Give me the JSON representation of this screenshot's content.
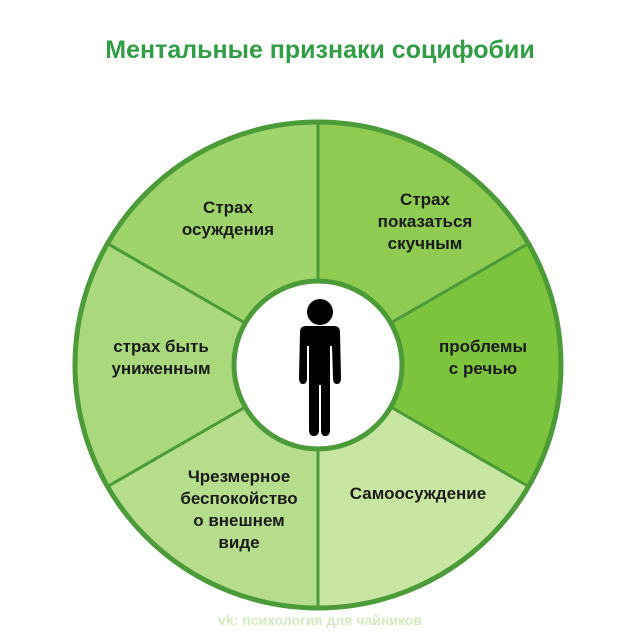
{
  "title": "Ментальные признаки социфобии",
  "segments": [
    {
      "label_lines": [
        "Страх",
        "показаться",
        "скучным"
      ],
      "color": "#8ecb50"
    },
    {
      "label_lines": [
        "проблемы",
        "с речью"
      ],
      "color": "#7cc43b"
    },
    {
      "label_lines": [
        "Самоосуждение"
      ],
      "color": "#c8e6a2"
    },
    {
      "label_lines": [
        "Чрезмерное",
        "беспокойство",
        "о внешнем",
        "виде"
      ],
      "color": "#b5dd8c"
    },
    {
      "label_lines": [
        "страх быть",
        "униженным"
      ],
      "color": "#a9d97c"
    },
    {
      "label_lines": [
        "Страх",
        "осуждения"
      ],
      "color": "#9fd46c"
    }
  ],
  "center_icon": "person-icon",
  "stroke_color": "#4b9b38",
  "footer": "vk: психология для чайников"
}
